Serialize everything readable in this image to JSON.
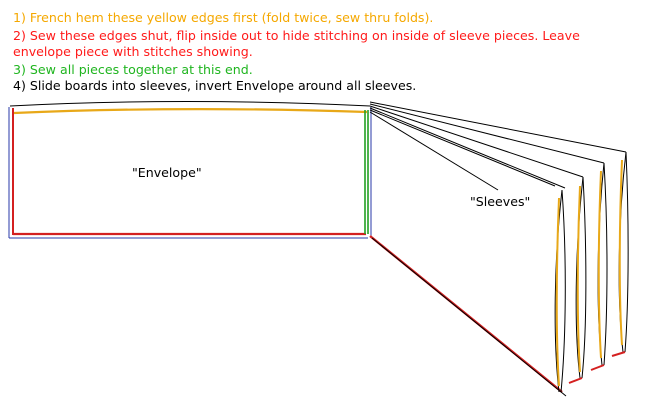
{
  "instructions": [
    {
      "text": "1) French hem these yellow edges first (fold twice, sew thru folds).",
      "color": "#f5a800"
    },
    {
      "text": "2) Sew these edges shut, flip inside out to hide stitching on inside of sleeve pieces. Leave",
      "color": "#ff1a1a"
    },
    {
      "text": "envelope piece with stitches showing.",
      "color": "#ff1a1a"
    },
    {
      "text": "3) Sew all pieces together at this end.",
      "color": "#1fb51f"
    },
    {
      "text": "4) Slide boards into sleeves, invert Envelope around all sleeves.",
      "color": "#000000"
    }
  ],
  "labels": {
    "envelope": "\"Envelope\"",
    "sleeves": "\"Sleeves\""
  },
  "colors": {
    "hem_yellow": "#e8a818",
    "sew_red": "#d42020",
    "join_green": "#22a022",
    "outline_black": "#000000",
    "outline_blue": "#2a3aa8"
  }
}
